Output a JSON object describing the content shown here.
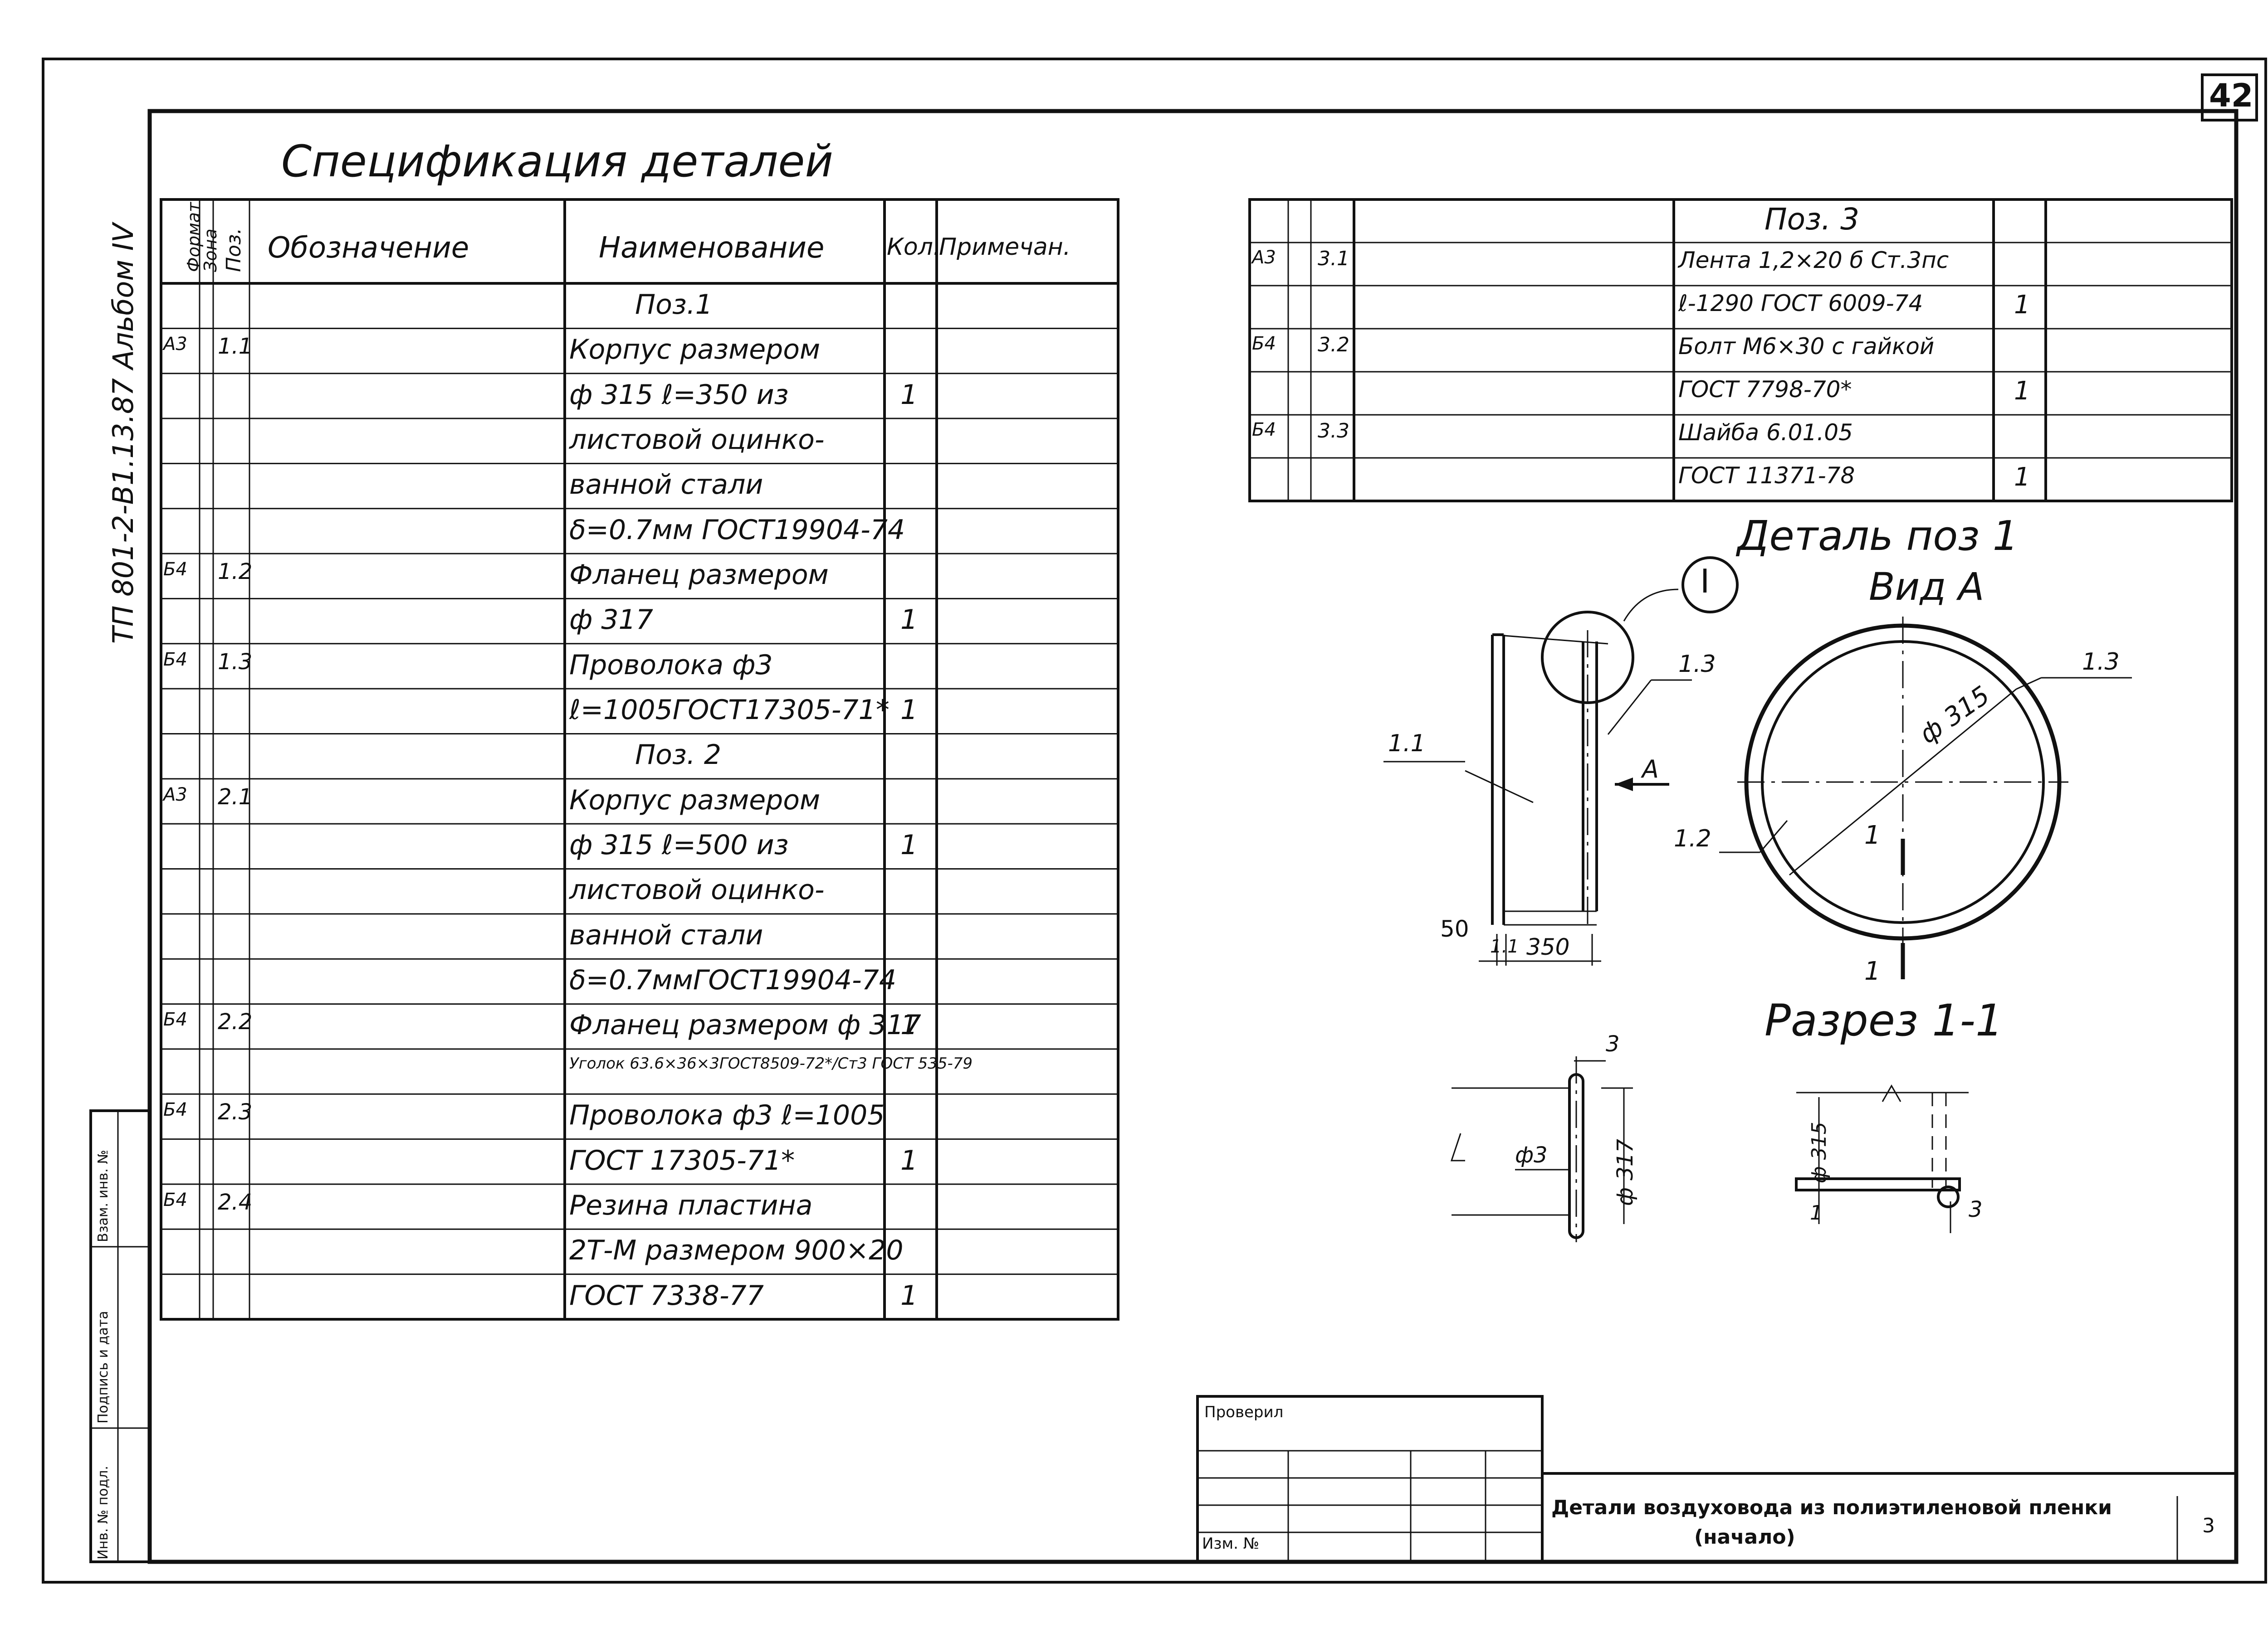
{
  "sheet_number": "42",
  "side_stamp": "ТП 801-2-В1.13.87 Альбом IV",
  "spec_title": "Спецификация деталей",
  "spec_headers": {
    "format": "Формат",
    "zone": "Зона",
    "pos": "Поз.",
    "designation": "Обозначение",
    "name": "Наименование",
    "qty": "Кол.",
    "note": "Примечан."
  },
  "spec_rows": [
    {
      "fmt": "",
      "pos": "",
      "name": "Поз.1",
      "qty": ""
    },
    {
      "fmt": "А3",
      "pos": "1.1",
      "name": "Корпус размером",
      "qty": ""
    },
    {
      "fmt": "",
      "pos": "",
      "name": "ф 315 ℓ=350 из",
      "qty": "1"
    },
    {
      "fmt": "",
      "pos": "",
      "name": "листовой оцинко-",
      "qty": ""
    },
    {
      "fmt": "",
      "pos": "",
      "name": "ванной стали",
      "qty": ""
    },
    {
      "fmt": "",
      "pos": "",
      "name": "δ=0.7мм ГОСТ19904-74",
      "qty": ""
    },
    {
      "fmt": "Б4",
      "pos": "1.2",
      "name": "Фланец размером",
      "qty": ""
    },
    {
      "fmt": "",
      "pos": "",
      "name": "ф 317",
      "qty": "1"
    },
    {
      "fmt": "Б4",
      "pos": "1.3",
      "name": "Проволока ф3",
      "qty": ""
    },
    {
      "fmt": "",
      "pos": "",
      "name": "ℓ=1005ГОСТ17305-71*",
      "qty": "1"
    },
    {
      "fmt": "",
      "pos": "",
      "name": "Поз. 2",
      "qty": ""
    },
    {
      "fmt": "А3",
      "pos": "2.1",
      "name": "Корпус размером",
      "qty": ""
    },
    {
      "fmt": "",
      "pos": "",
      "name": "ф 315 ℓ=500 из",
      "qty": "1"
    },
    {
      "fmt": "",
      "pos": "",
      "name": "листовой оцинко-",
      "qty": ""
    },
    {
      "fmt": "",
      "pos": "",
      "name": "ванной стали",
      "qty": ""
    },
    {
      "fmt": "",
      "pos": "",
      "name": "δ=0.7ммГОСТ19904-74",
      "qty": ""
    },
    {
      "fmt": "Б4",
      "pos": "2.2",
      "name": "Фланец размером ф 317",
      "qty": "1"
    },
    {
      "fmt": "",
      "pos": "",
      "name": "Уголок 63.6×36×3ГОСТ8509-72*/Ст3 ГОСТ 535-79",
      "qty": ""
    },
    {
      "fmt": "Б4",
      "pos": "2.3",
      "name": "Проволока ф3 ℓ=1005",
      "qty": ""
    },
    {
      "fmt": "",
      "pos": "",
      "name": "ГОСТ 17305-71*",
      "qty": "1"
    },
    {
      "fmt": "Б4",
      "pos": "2.4",
      "name": "Резина пластина",
      "qty": ""
    },
    {
      "fmt": "",
      "pos": "",
      "name": "2Т-М размером 900×20",
      "qty": ""
    },
    {
      "fmt": "",
      "pos": "",
      "name": "ГОСТ 7338-77",
      "qty": "1"
    }
  ],
  "pos3": {
    "title": "Поз. 3",
    "rows": [
      {
        "fmt": "А3",
        "pos": "3.1",
        "name": "Лента 1,2×20 б Ст.3пс",
        "qty": ""
      },
      {
        "fmt": "",
        "pos": "",
        "name": "ℓ-1290 ГОСТ 6009-74",
        "qty": "1"
      },
      {
        "fmt": "Б4",
        "pos": "3.2",
        "name": "Болт М6×30 с гайкой",
        "qty": ""
      },
      {
        "fmt": "",
        "pos": "",
        "name": "ГОСТ 7798-70*",
        "qty": "1"
      },
      {
        "fmt": "Б4",
        "pos": "3.3",
        "name": "Шайба 6.01.05",
        "qty": ""
      },
      {
        "fmt": "",
        "pos": "",
        "name": "ГОСТ 11371-78",
        "qty": "1"
      }
    ]
  },
  "drawing": {
    "detail_title": "Деталь поз 1",
    "view_a_title": "Вид А",
    "section_title": "Разрез 1-1",
    "callout_i": "I",
    "label_11": "1.1",
    "label_13_side": "1.3",
    "label_13_view": "1.3",
    "label_12_view": "1.2",
    "label_a": "А",
    "diameter_315": "ф 315",
    "cut_1_top": "1",
    "cut_1_bottom": "1",
    "dim_50": "50",
    "dim_11": "1.1",
    "dim_350": "350",
    "sec_3_left": "3",
    "sec_phi3": "ф3",
    "sec_phi317": "ф 317",
    "sec_phi315": "ф 315",
    "sec_1": "1",
    "sec_3_right": "3"
  },
  "title_block": {
    "checked_label": "Проверил",
    "sheet_doc_label": "Изм. № ",
    "description_line1": "Детали воздуховода из полиэтиленовой пленки",
    "description_line2": "(начало)",
    "sheet_small": "3"
  },
  "left_stamp": {
    "inv_no": "Инв. № подл.",
    "sign_date": "Подпись и дата",
    "replace_inv": "Взам. инв. №"
  }
}
